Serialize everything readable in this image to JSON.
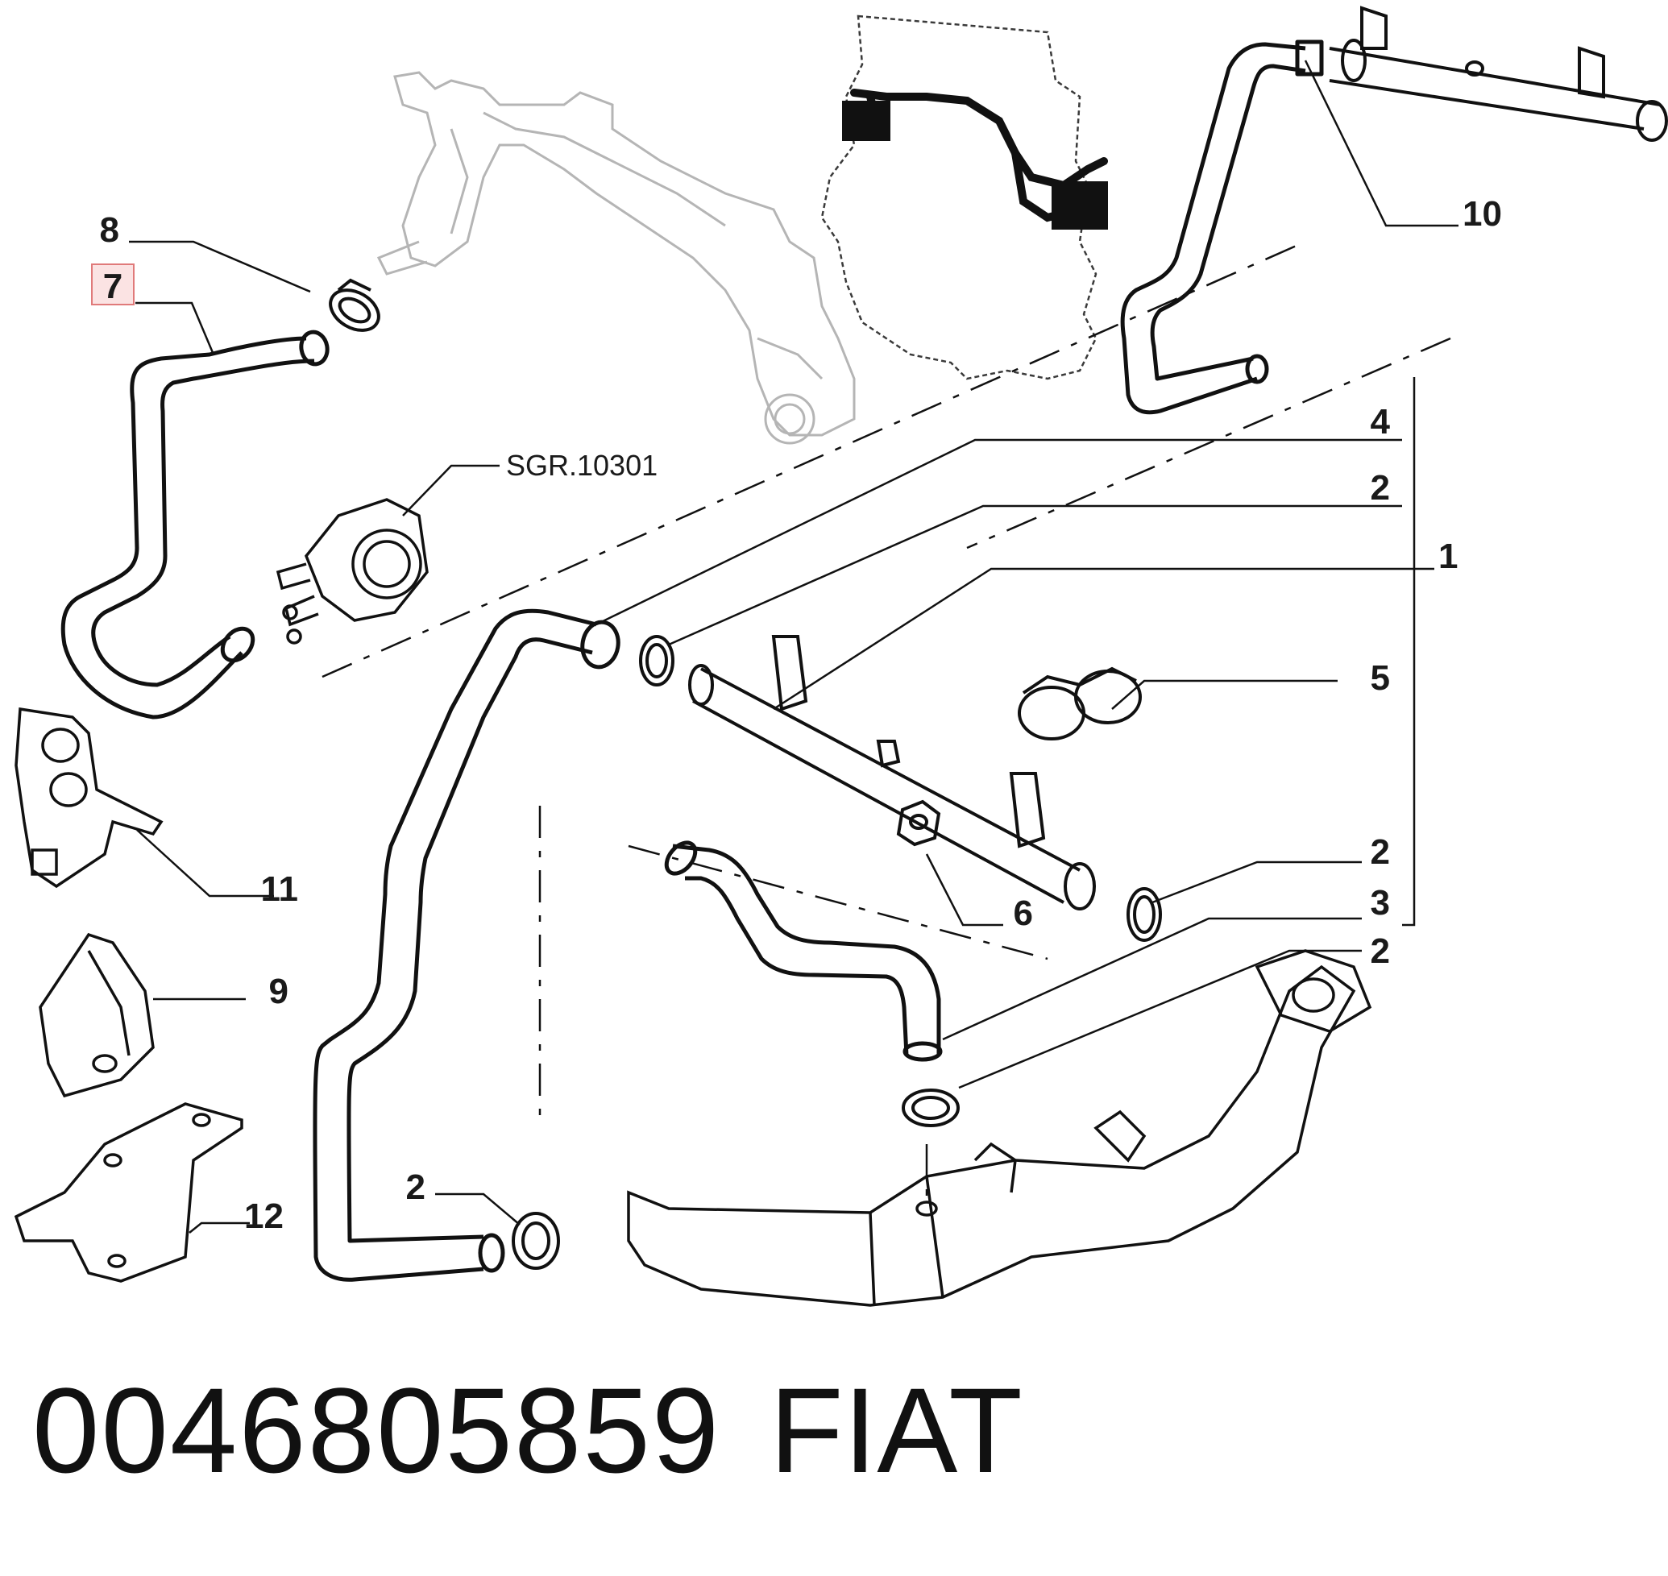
{
  "callouts": {
    "c8": "8",
    "c7": "7",
    "c10": "10",
    "sgr": "SGR.10301",
    "c4": "4",
    "c2a": "2",
    "c1": "1",
    "c5": "5",
    "c11": "11",
    "c2b": "2",
    "c3": "3",
    "c6": "6",
    "c2c": "2",
    "c9": "9",
    "c2d": "2",
    "c12": "12"
  },
  "highlighted_callout": "7",
  "footer": {
    "part_number": "0046805859",
    "brand": "FIAT"
  },
  "colors": {
    "highlight_fill": "#fbe3e3",
    "highlight_stroke": "#e07a7a",
    "line": "#1a1a1a",
    "ghost": "#b5b5b5"
  }
}
